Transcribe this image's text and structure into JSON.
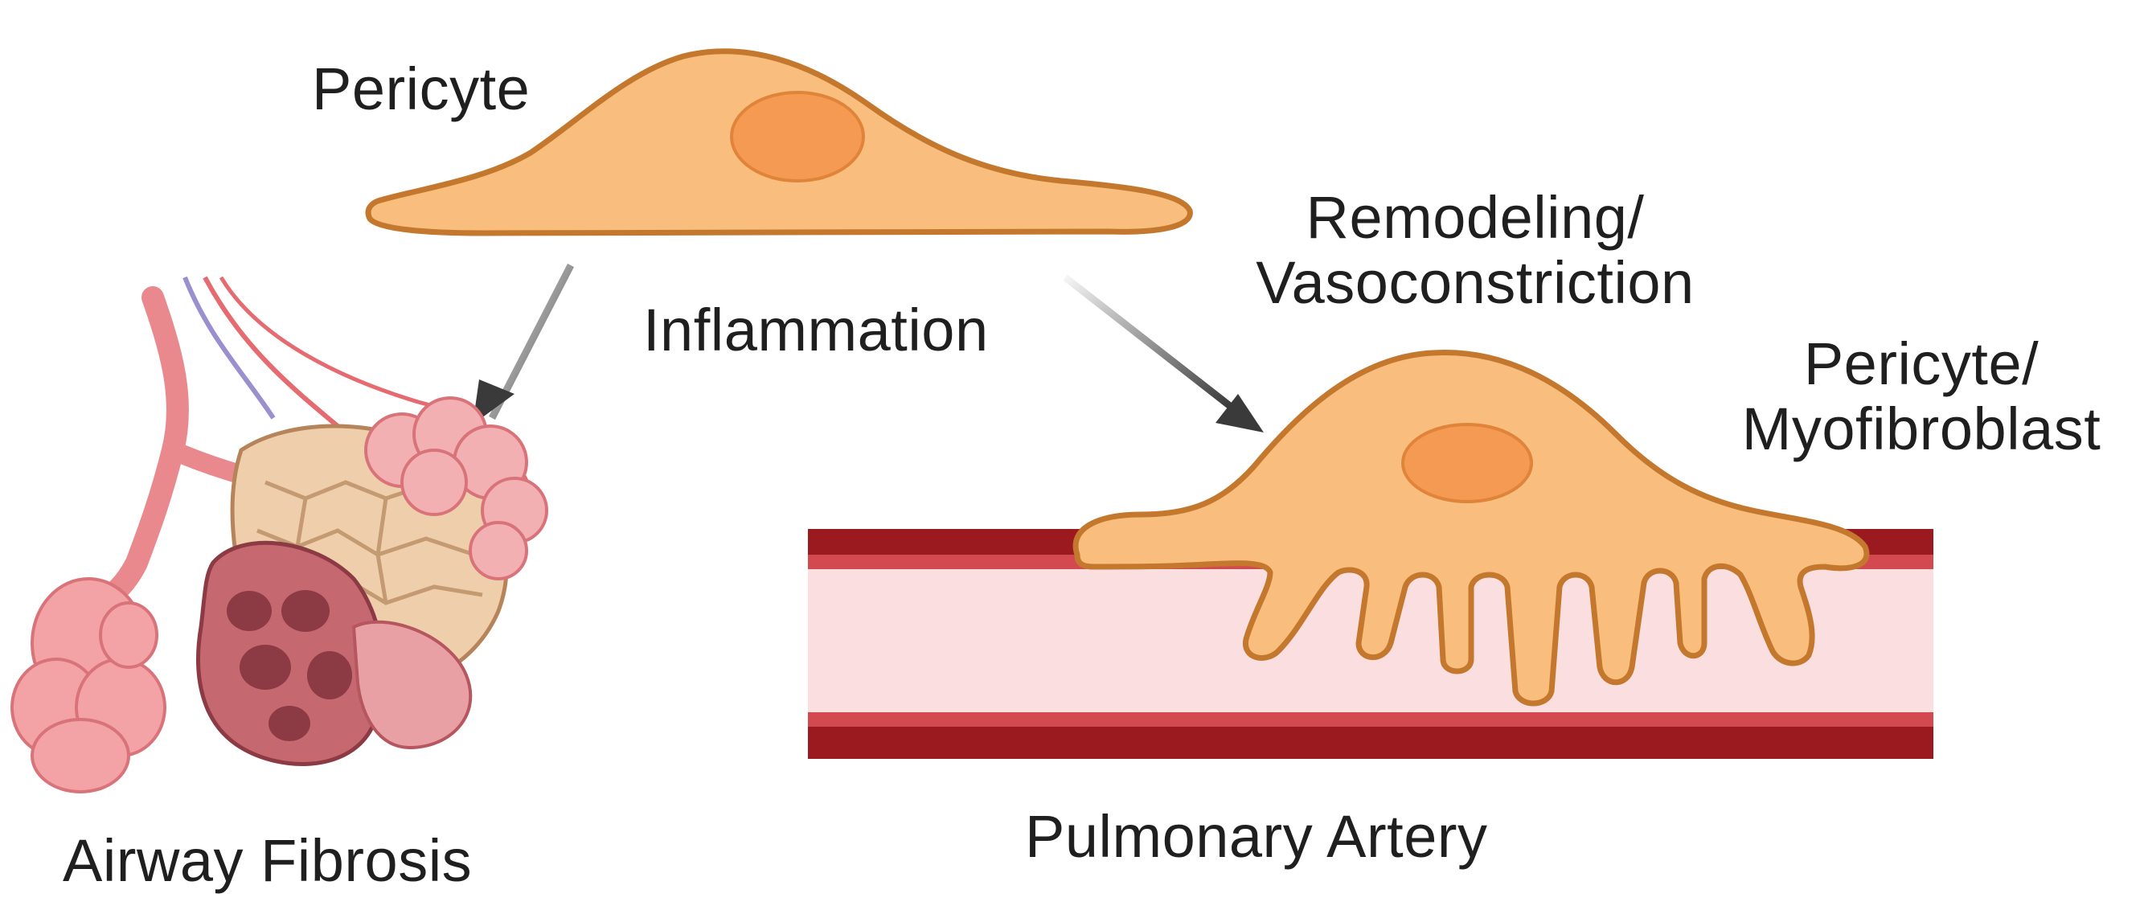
{
  "labels": {
    "pericyte": "Pericyte",
    "inflammation": "Inflammation",
    "remodeling_line1": "Remodeling/",
    "remodeling_line2": "Vasoconstriction",
    "myofibroblast_line1": "Pericyte/",
    "myofibroblast_line2": "Myofibroblast",
    "airway_fibrosis": "Airway Fibrosis",
    "pulmonary_artery": "Pulmonary Artery"
  },
  "colors": {
    "cell_fill": "#f9be7d",
    "cell_stroke": "#c4782e",
    "nucleus_fill": "#f59a52",
    "artery_dark": "#9b1a1f",
    "artery_mid": "#d24a50",
    "artery_lumen": "#fbdfe0",
    "arrow": "#3a3a3a",
    "lung_pink": "#f3a3a6",
    "fibrosis_tan": "#efcfab",
    "fibrosis_dark": "#8c3a44"
  }
}
